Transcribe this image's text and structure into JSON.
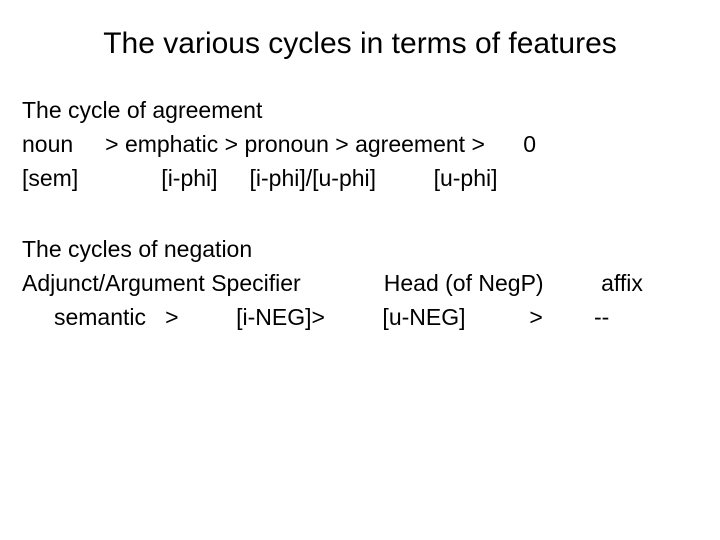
{
  "slide": {
    "background_color": "#ffffff",
    "text_color": "#000000",
    "title": "The various cycles in terms of features",
    "blocks": [
      {
        "heading": "The cycle of agreement",
        "lines": [
          "noun     > emphatic > pronoun > agreement >      0",
          "[sem]             [i-phi]     [i-phi]/[u-phi]         [u-phi]"
        ]
      },
      {
        "heading": "The cycles of negation",
        "lines": [
          "Adjunct/Argument Specifier             Head (of NegP)         affix",
          "     semantic   >         [i-NEG]>         [u-NEG]          >        --"
        ]
      }
    ]
  }
}
